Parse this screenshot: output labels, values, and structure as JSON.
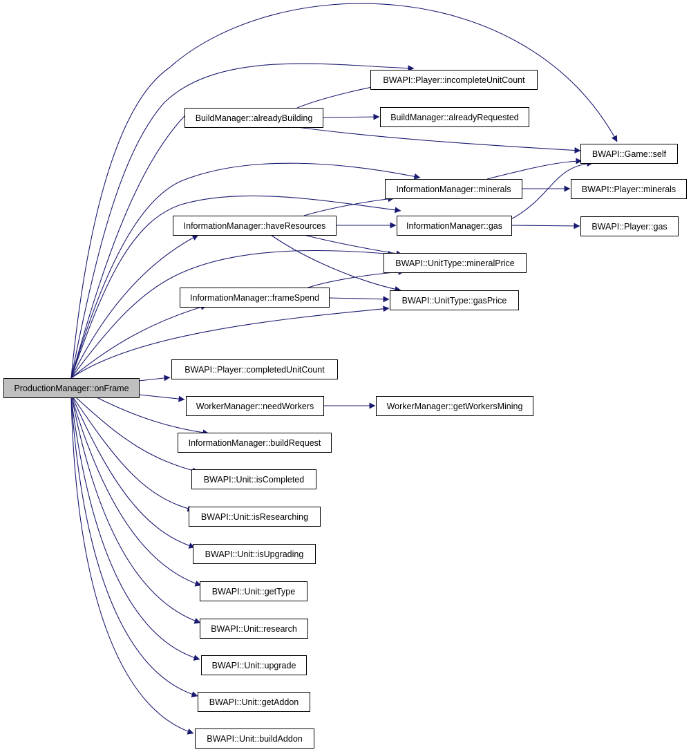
{
  "diagram": {
    "root": "onFrame",
    "nodes": [
      {
        "id": "onFrame",
        "label": "ProductionManager::onFrame",
        "root": true
      },
      {
        "id": "incompleteUnitCount",
        "label": "BWAPI::Player::incompleteUnitCount"
      },
      {
        "id": "alreadyBuilding",
        "label": "BuildManager::alreadyBuilding"
      },
      {
        "id": "alreadyRequested",
        "label": "BuildManager::alreadyRequested"
      },
      {
        "id": "gameSelf",
        "label": "BWAPI::Game::self"
      },
      {
        "id": "imMinerals",
        "label": "InformationManager::minerals"
      },
      {
        "id": "playerMinerals",
        "label": "BWAPI::Player::minerals"
      },
      {
        "id": "haveResources",
        "label": "InformationManager::haveResources"
      },
      {
        "id": "imGas",
        "label": "InformationManager::gas"
      },
      {
        "id": "playerGas",
        "label": "BWAPI::Player::gas"
      },
      {
        "id": "mineralPrice",
        "label": "BWAPI::UnitType::mineralPrice"
      },
      {
        "id": "frameSpend",
        "label": "InformationManager::frameSpend"
      },
      {
        "id": "gasPrice",
        "label": "BWAPI::UnitType::gasPrice"
      },
      {
        "id": "completedUnitCount",
        "label": "BWAPI::Player::completedUnitCount"
      },
      {
        "id": "needWorkers",
        "label": "WorkerManager::needWorkers"
      },
      {
        "id": "getWorkersMining",
        "label": "WorkerManager::getWorkersMining"
      },
      {
        "id": "buildRequest",
        "label": "InformationManager::buildRequest"
      },
      {
        "id": "isCompleted",
        "label": "BWAPI::Unit::isCompleted"
      },
      {
        "id": "isResearching",
        "label": "BWAPI::Unit::isResearching"
      },
      {
        "id": "isUpgrading",
        "label": "BWAPI::Unit::isUpgrading"
      },
      {
        "id": "getType",
        "label": "BWAPI::Unit::getType"
      },
      {
        "id": "research",
        "label": "BWAPI::Unit::research"
      },
      {
        "id": "upgrade",
        "label": "BWAPI::Unit::upgrade"
      },
      {
        "id": "getAddon",
        "label": "BWAPI::Unit::getAddon"
      },
      {
        "id": "buildAddon",
        "label": "BWAPI::Unit::buildAddon"
      }
    ],
    "edges": [
      [
        "onFrame",
        "gameSelf"
      ],
      [
        "onFrame",
        "incompleteUnitCount"
      ],
      [
        "onFrame",
        "alreadyBuilding"
      ],
      [
        "onFrame",
        "imMinerals"
      ],
      [
        "onFrame",
        "imGas"
      ],
      [
        "onFrame",
        "haveResources"
      ],
      [
        "onFrame",
        "mineralPrice"
      ],
      [
        "onFrame",
        "frameSpend"
      ],
      [
        "onFrame",
        "gasPrice"
      ],
      [
        "onFrame",
        "completedUnitCount"
      ],
      [
        "onFrame",
        "needWorkers"
      ],
      [
        "onFrame",
        "buildRequest"
      ],
      [
        "onFrame",
        "isCompleted"
      ],
      [
        "onFrame",
        "isResearching"
      ],
      [
        "onFrame",
        "isUpgrading"
      ],
      [
        "onFrame",
        "getType"
      ],
      [
        "onFrame",
        "research"
      ],
      [
        "onFrame",
        "upgrade"
      ],
      [
        "onFrame",
        "getAddon"
      ],
      [
        "onFrame",
        "buildAddon"
      ],
      [
        "alreadyBuilding",
        "incompleteUnitCount"
      ],
      [
        "alreadyBuilding",
        "alreadyRequested"
      ],
      [
        "alreadyBuilding",
        "gameSelf"
      ],
      [
        "imMinerals",
        "gameSelf"
      ],
      [
        "imMinerals",
        "playerMinerals"
      ],
      [
        "imGas",
        "gameSelf"
      ],
      [
        "imGas",
        "playerGas"
      ],
      [
        "haveResources",
        "imMinerals"
      ],
      [
        "haveResources",
        "imGas"
      ],
      [
        "haveResources",
        "mineralPrice"
      ],
      [
        "haveResources",
        "gasPrice"
      ],
      [
        "frameSpend",
        "mineralPrice"
      ],
      [
        "frameSpend",
        "gasPrice"
      ],
      [
        "needWorkers",
        "getWorkersMining"
      ]
    ]
  }
}
